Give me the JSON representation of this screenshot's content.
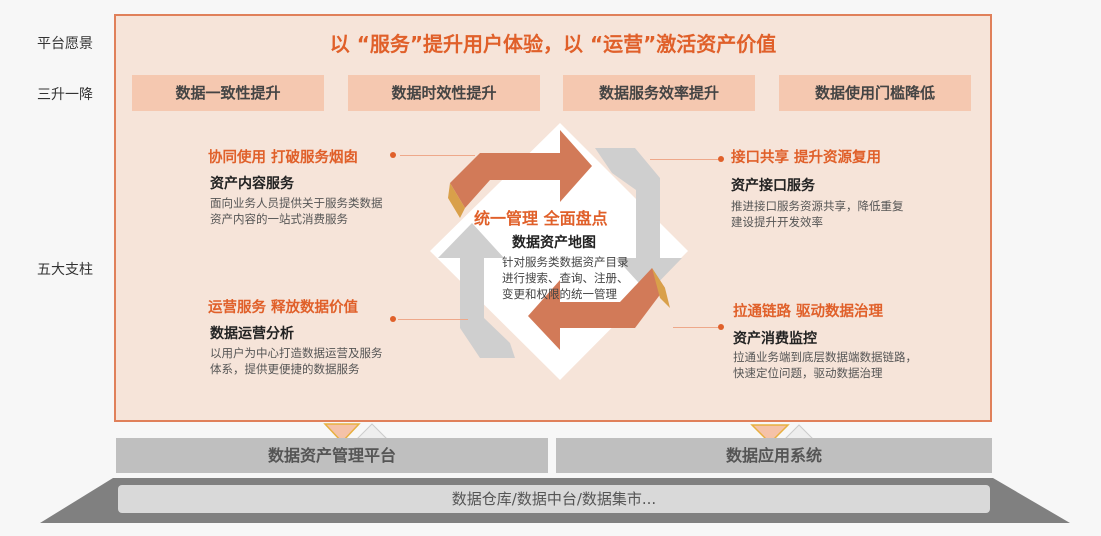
{
  "labels": {
    "vision": "平台愿景",
    "three_one": "三升一降",
    "pillars": "五大支柱"
  },
  "vision": "以 “服务”提升用户体验，以 “运营”激活资产价值",
  "goals": [
    "数据一致性提升",
    "数据时效性提升",
    "数据服务效率提升",
    "数据使用门槛降低"
  ],
  "center": {
    "title": "统一管理 全面盘点",
    "subtitle": "数据资产地图",
    "desc": [
      "针对服务类数据资产目录",
      "进行搜索、查询、注册、",
      "变更和权限的统一管理"
    ]
  },
  "pillars": [
    {
      "title": "协同使用 打破服务烟囱",
      "subtitle": "资产内容服务",
      "desc": [
        "面向业务人员提供关于服务类数据",
        "资产内容的一站式消费服务"
      ]
    },
    {
      "title": "运营服务 释放数据价值",
      "subtitle": "数据运营分析",
      "desc": [
        "以用户为中心打造数据运营及服务",
        "体系，提供更便捷的数据服务"
      ]
    },
    {
      "title": "接口共享 提升资源复用",
      "subtitle": "资产接口服务",
      "desc": [
        "推进接口服务资源共享，降低重复",
        "建设提升开发效率"
      ]
    },
    {
      "title": "拉通链路 驱动数据治理",
      "subtitle": "资产消费监控",
      "desc": [
        "拉通业务端到底层数据端数据链路，",
        "快速定位问题，驱动数据治理"
      ]
    }
  ],
  "platforms": [
    "数据资产管理平台",
    "数据应用系统"
  ],
  "base": "数据仓库/数据中台/数据集市...",
  "colors": {
    "accent": "#e0602a",
    "panel": "#f6e4d9",
    "pill": "#f5c8b0"
  }
}
